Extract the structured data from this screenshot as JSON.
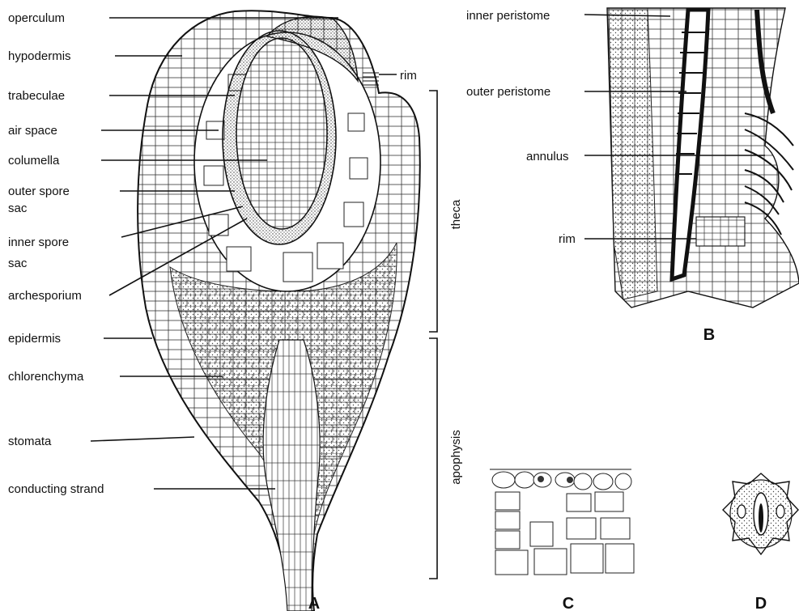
{
  "figure_A": {
    "panel_label": "A",
    "labels": {
      "operculum": "operculum",
      "hypodermis": "hypodermis",
      "trabeculae": "trabeculae",
      "air_space": "air space",
      "columella": "columella",
      "outer_spore_sac_1": "outer spore",
      "outer_spore_sac_2": "sac",
      "inner_spore_sac_1": "inner spore",
      "inner_spore_sac_2": "sac",
      "archesporium": "archesporium",
      "epidermis": "epidermis",
      "chlorenchyma": "chlorenchyma",
      "stomata": "stomata",
      "conducting_strand": "conducting strand",
      "rim": "rim"
    },
    "brackets": {
      "theca": "theca",
      "apophysis": "apophysis"
    }
  },
  "figure_B": {
    "panel_label": "B",
    "labels": {
      "inner_peristome": "inner peristome",
      "outer_peristome": "outer peristome",
      "annulus": "annulus",
      "rim": "rim"
    }
  },
  "figure_C": {
    "panel_label": "C"
  },
  "figure_D": {
    "panel_label": "D"
  }
}
